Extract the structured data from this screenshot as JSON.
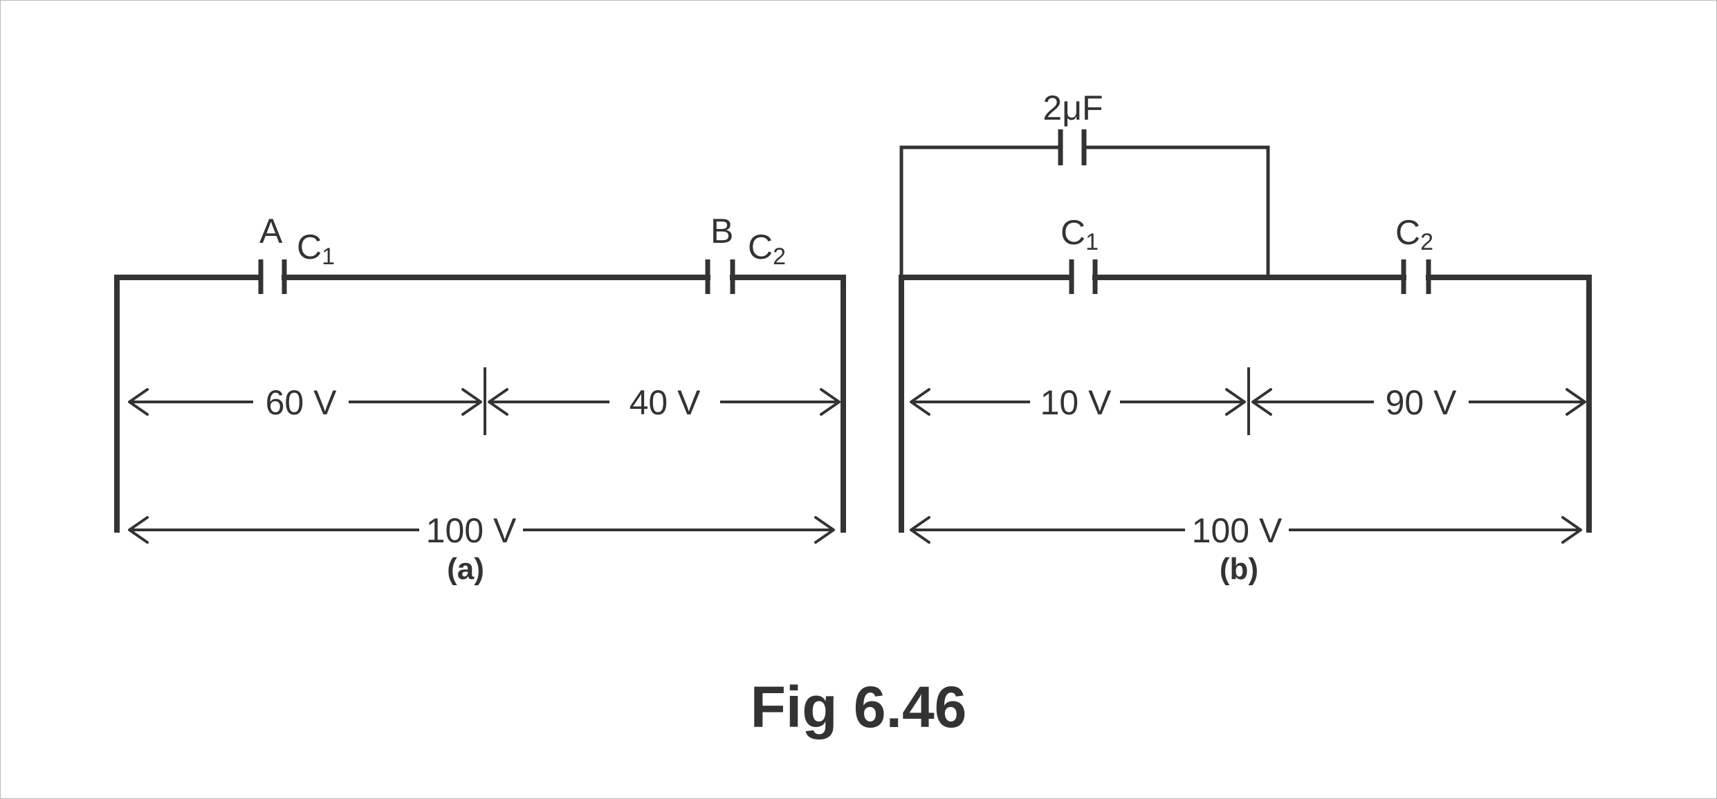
{
  "figure_caption": "Fig 6.46",
  "circuit_a": {
    "caption": "(a)",
    "node_a": "A",
    "node_b": "B",
    "c1": {
      "letter": "C",
      "sub": "1"
    },
    "c2": {
      "letter": "C",
      "sub": "2"
    },
    "v_left": "60 V",
    "v_right": "40 V",
    "v_total": "100 V"
  },
  "circuit_b": {
    "caption": "(b)",
    "top_cap": "2μF",
    "c1": {
      "letter": "C",
      "sub": "1"
    },
    "c2": {
      "letter": "C",
      "sub": "2"
    },
    "v_left": "10 V",
    "v_right": "90 V",
    "v_total": "100 V"
  }
}
